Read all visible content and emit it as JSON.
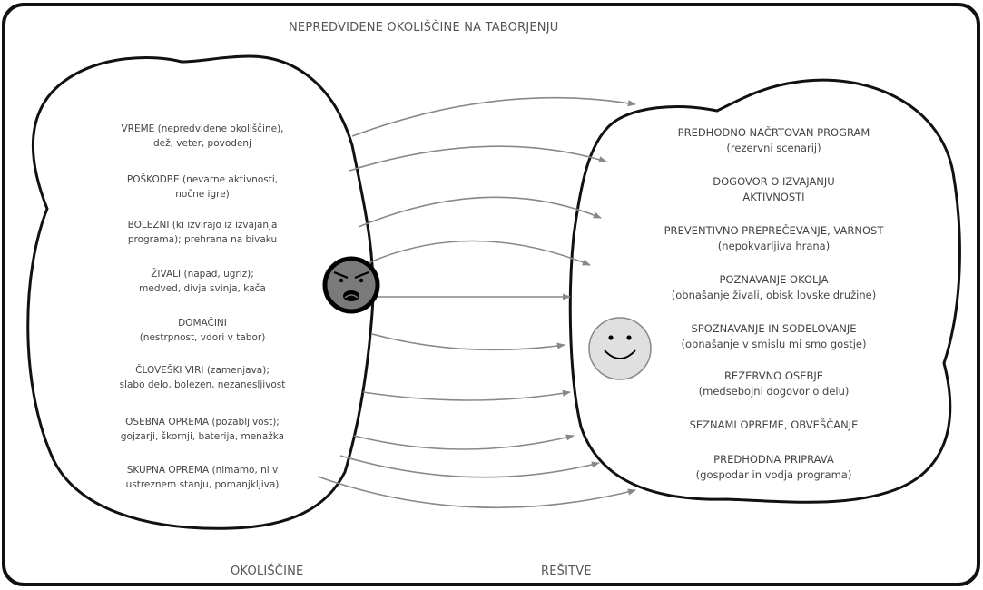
{
  "title": "NEPREDVIDENE OKOLIŠČINE NA TABORJENJU",
  "left_caption": "OKOLIŠČINE",
  "right_caption": "REŠITVE",
  "icons": {
    "left": "angry-face-icon",
    "right": "smiley-face-icon"
  },
  "colors": {
    "outline": "#111111",
    "arrow": "#888888",
    "text": "#444444",
    "angry_face": "#7a7a7a",
    "smiley_face": "#e0e0e0"
  },
  "circumstances": [
    {
      "line1": "VREME (nepredvidene okoliščine),",
      "line2": "dež, veter, povodenj"
    },
    {
      "line1": "POŠKODBE (nevarne aktivnosti,",
      "line2": "nočne igre)"
    },
    {
      "line1": "BOLEZNI (ki izvirajo iz izvajanja",
      "line2": "programa); prehrana na bivaku"
    },
    {
      "line1": "ŽIVALI (napad, ugriz);",
      "line2": "medved, divja svinja, kača"
    },
    {
      "line1": "DOMAČINI",
      "line2": "(nestrpnost, vdori v tabor)"
    },
    {
      "line1": "ČLOVEŠKI VIRI (zamenjava);",
      "line2": "slabo delo, bolezen, nezanesljivost"
    },
    {
      "line1": "OSEBNA OPREMA (pozabljivost);",
      "line2": "gojzarji, škornji, baterija, menažka"
    },
    {
      "line1": "SKUPNA OPREMA (nimamo, ni v",
      "line2": "ustreznem stanju, pomanjkljiva)"
    }
  ],
  "solutions": [
    {
      "line1": "PREDHODNO NAČRTOVAN PROGRAM",
      "line2": "(rezervni scenarij)"
    },
    {
      "line1": "DOGOVOR O IZVAJANJU",
      "line2": "AKTIVNOSTI"
    },
    {
      "line1": "PREVENTIVNO PREPREČEVANJE, VARNOST",
      "line2": "(nepokvarljiva hrana)"
    },
    {
      "line1": "POZNAVANJE OKOLJA",
      "line2": "(obnašanje živali, obisk lovske družine)"
    },
    {
      "line1": "SPOZNAVANJE IN SODELOVANJE",
      "line2": "(obnašanje v smislu mi smo gostje)"
    },
    {
      "line1": "REZERVNO OSEBJE",
      "line2": "(medsebojni dogovor o delu)"
    },
    {
      "line1": "SEZNAMI OPREME, OBVEŠČANJE",
      "line2": ""
    },
    {
      "line1": "PREDHODNA PRIPRAVA",
      "line2": "(gospodar in vodja programa)"
    }
  ]
}
